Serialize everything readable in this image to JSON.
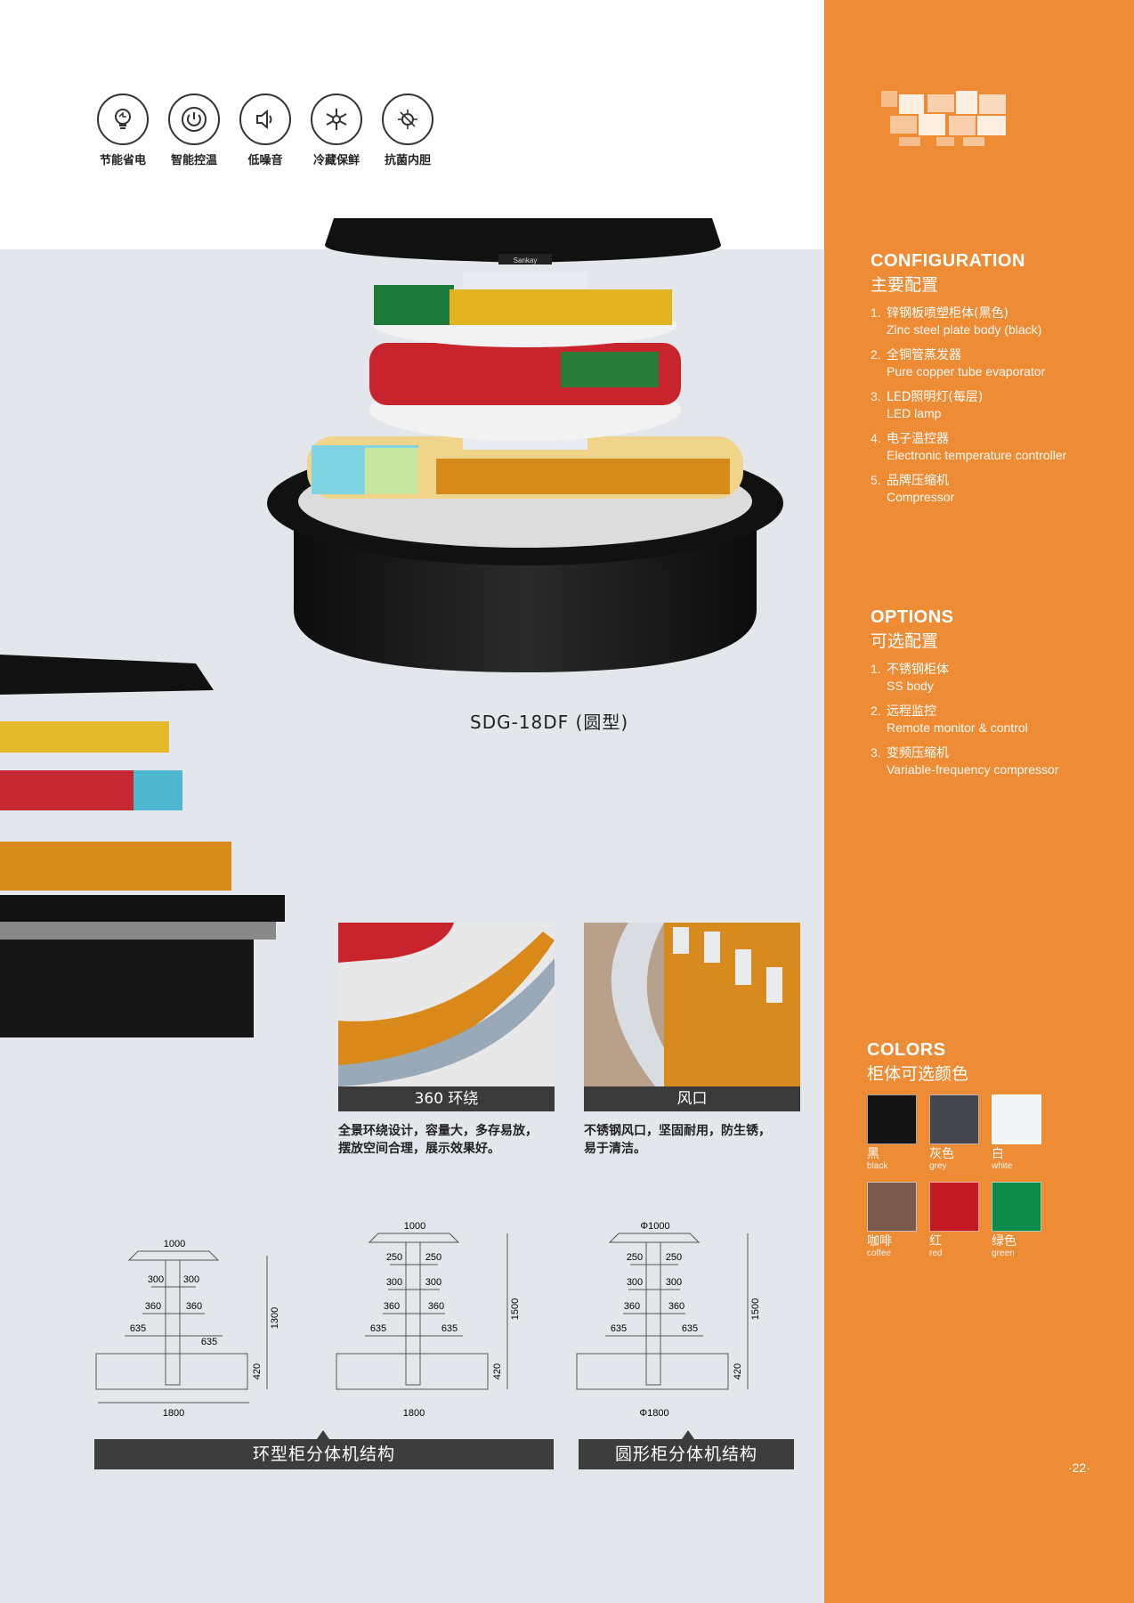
{
  "features": [
    {
      "label": "节能省电",
      "icon": "energy-saving-bulb-icon"
    },
    {
      "label": "智能控温",
      "icon": "power-button-icon"
    },
    {
      "label": "低噪音",
      "icon": "speaker-icon"
    },
    {
      "label": "冷藏保鲜",
      "icon": "snowflake-icon"
    },
    {
      "label": "抗菌内胆",
      "icon": "antibacterial-icon"
    }
  ],
  "product": {
    "model": "SDG-18DF (圆型)",
    "brand_plate": "Sankay"
  },
  "photos": [
    {
      "caption": "360 环绕",
      "description_line1": "全景环绕设计，容量大，多存易放，",
      "description_line2": "摆放空间合理，展示效果好。"
    },
    {
      "caption": "风口",
      "description_line1": "不锈钢风口，坚固耐用，防生锈，",
      "description_line2": "易于清洁。"
    }
  ],
  "diagrams": {
    "left": {
      "top_width": "1000",
      "bottom_width": "1800",
      "height": "1300",
      "base_height": "420",
      "shelves": [
        "300",
        "300",
        "360",
        "360",
        "635",
        "635"
      ]
    },
    "middle": {
      "top_width": "1000",
      "bottom_width": "1800",
      "height": "1500",
      "base_height": "420",
      "shelves": [
        "250",
        "250",
        "300",
        "300",
        "360",
        "360",
        "635",
        "635"
      ]
    },
    "right": {
      "top_width": "Φ1000",
      "bottom_width": "Φ1800",
      "height": "1500",
      "base_height": "420",
      "shelves": [
        "250",
        "250",
        "300",
        "300",
        "360",
        "360",
        "635",
        "635"
      ]
    },
    "bar_left": "环型柜分体机结构",
    "bar_right": "圆形柜分体机结构"
  },
  "sidebar": {
    "config_title": "CONFIGURATION",
    "config_title_zh": "主要配置",
    "config_items": [
      {
        "num": "1.",
        "zh": "锌钢板喷塑柜体(黑色)",
        "en": "Zinc steel plate body (black)"
      },
      {
        "num": "2.",
        "zh": "全铜管蒸发器",
        "en": "Pure copper tube evaporator"
      },
      {
        "num": "3.",
        "zh": "LED照明灯(每层)",
        "en": "LED lamp"
      },
      {
        "num": "4.",
        "zh": "电子温控器",
        "en": "Electronic temperature controller"
      },
      {
        "num": "5.",
        "zh": "品牌压缩机",
        "en": "Compressor"
      }
    ],
    "options_title": "OPTIONS",
    "options_title_zh": "可选配置",
    "option_items": [
      {
        "num": "1.",
        "zh": "不锈钢柜体",
        "en": "SS body"
      },
      {
        "num": "2.",
        "zh": "远程监控",
        "en": "Remote monitor & control"
      },
      {
        "num": "3.",
        "zh": "变频压缩机",
        "en": "Variable-frequency compressor"
      }
    ],
    "colors_title": "COLORS",
    "colors_title_zh": "柜体可选颜色",
    "colors": [
      {
        "zh": "黑",
        "en": "black",
        "hex": "#141414"
      },
      {
        "zh": "灰色",
        "en": "grey",
        "hex": "#44464b"
      },
      {
        "zh": "白",
        "en": "white",
        "hex": "#f4f5f6"
      },
      {
        "zh": "咖啡",
        "en": "coffee",
        "hex": "#7a5a4c"
      },
      {
        "zh": "红",
        "en": "red",
        "hex": "#c11a23"
      },
      {
        "zh": "绿色",
        "en": "green",
        "hex": "#0e8a4b"
      }
    ]
  },
  "page_number": "·22·"
}
